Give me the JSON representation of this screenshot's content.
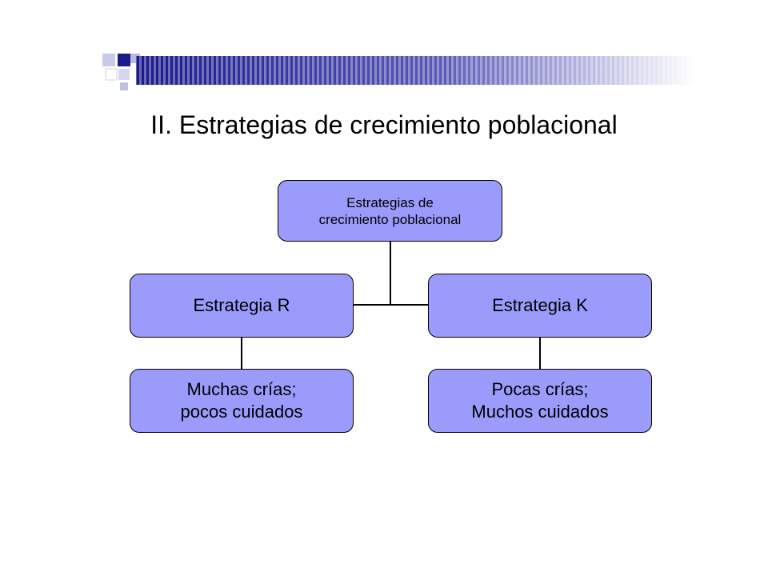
{
  "slide": {
    "title": "II. Estrategias de crecimiento poblacional"
  },
  "diagram": {
    "root": {
      "label": "Estrategias de\ncrecimiento poblacional"
    },
    "branches": [
      {
        "label": "Estrategia R",
        "detail": "Muchas crías;\npocos cuidados"
      },
      {
        "label": "Estrategia K",
        "detail": "Pocas crías;\nMuchos cuidados"
      }
    ]
  },
  "colors": {
    "node_fill": "#9b9bfc",
    "banner_navy": "#1a1a8c"
  }
}
